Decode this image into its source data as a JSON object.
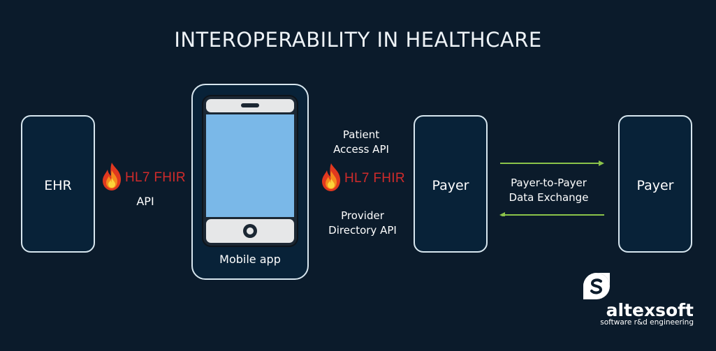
{
  "title": "INTEROPERABILITY IN HEALTHCARE",
  "nodes": {
    "ehr": "EHR",
    "mobile_app": "Mobile app",
    "payer_left": "Payer",
    "payer_right": "Payer"
  },
  "connections": {
    "ehr_to_app": {
      "brand": "HL7 FHIR",
      "label": "API"
    },
    "app_to_payer": {
      "brand": "HL7 FHIR",
      "label_top_line1": "Patient",
      "label_top_line2": "Access API",
      "label_bottom_line1": "Provider",
      "label_bottom_line2": "Directory API"
    },
    "payer_to_payer": {
      "label_line1": "Payer-to-Payer",
      "label_line2": "Data Exchange"
    }
  },
  "logo": {
    "name": "altexsoft",
    "tagline": "software r&d engineering"
  },
  "colors": {
    "background": "#0b1b2b",
    "box_fill": "#082238",
    "box_border": "#d7e6ef",
    "phone_screen": "#7ab8e8",
    "arrow": "#8bc34a",
    "hl7_red": "#d02b2b"
  },
  "icons": [
    "fhir-flame-icon",
    "smartphone-icon",
    "arrow-right-icon",
    "arrow-left-icon",
    "altexsoft-logo-icon"
  ]
}
